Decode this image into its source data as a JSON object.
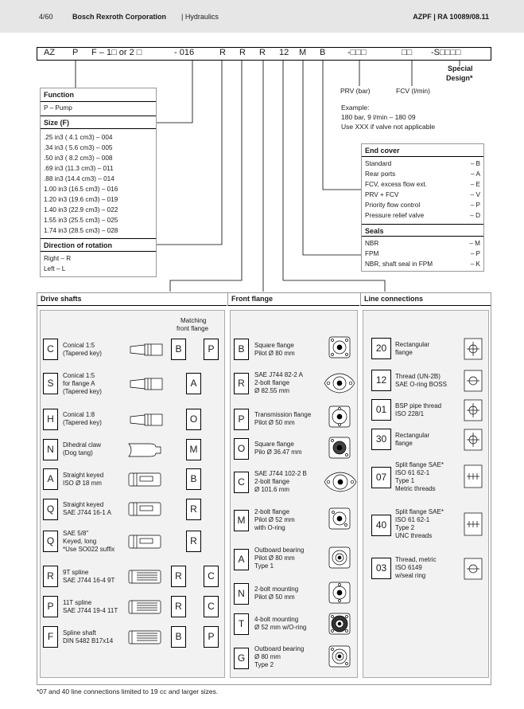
{
  "header": {
    "page": "4/60",
    "company": "Bosch Rexroth Corporation",
    "division": "Hydraulics",
    "doc_ref": "AZPF  |  RA 10089/08.11"
  },
  "code": {
    "az": "AZ",
    "p": "P",
    "f": "F – 1□ or 2 □",
    "size": "- 016",
    "r1": "R",
    "r2": "R",
    "r3": "R",
    "num": "12",
    "m": "M",
    "b": "B",
    "prv": "-□□□",
    "fcv": "□□",
    "special": "-S□□□□"
  },
  "labels": {
    "special_design_1": "Special",
    "special_design_2": "Design*",
    "prv": "PRV (bar)",
    "fcv": "FCV (l/min)",
    "example_title": "Example:",
    "example_line1": "180 bar, 9 l/min – 180 09",
    "example_line2": "Use XXX if valve not applicable"
  },
  "function": {
    "title": "Function",
    "items": [
      "P – Pump"
    ]
  },
  "size": {
    "title": "Size (F)",
    "items": [
      ".25 in3 ( 4.1 cm3) – 004",
      ".34 in3 ( 5.6 cm3) – 005",
      ".50 in3 ( 8.2 cm3) – 008",
      ".69 in3 (11.3 cm3) – 011",
      ".88 in3 (14.4 cm3) – 014",
      "1.00 in3 (16.5 cm3) – 016",
      "1.20 in3 (19.6 cm3) – 019",
      "1.40 in3 (22.9 cm3) – 022",
      "1.55 in3 (25.5 cm3) – 025",
      "1.74 in3 (28.5 cm3) – 028"
    ]
  },
  "rotation": {
    "title": "Direction of rotation",
    "items": [
      "Right – R",
      "Left – L"
    ]
  },
  "end_cover": {
    "title": "End cover",
    "items": [
      {
        "label": "Standard",
        "code": "– B"
      },
      {
        "label": "Rear ports",
        "code": "– A"
      },
      {
        "label": "FCV, excess flow ext.",
        "code": "– E"
      },
      {
        "label": "PRV + FCV",
        "code": "– V"
      },
      {
        "label": "Priority flow control",
        "code": "– P"
      },
      {
        "label": "Pressure relief valve",
        "code": "– D"
      }
    ]
  },
  "seals": {
    "title": "Seals",
    "items": [
      {
        "label": "NBR",
        "code": "– M"
      },
      {
        "label": "FPM",
        "code": "– P"
      },
      {
        "label": "NBR, shaft seal in FPM",
        "code": "– K"
      }
    ]
  },
  "drive_shafts": {
    "title": "Drive shafts",
    "matching_1": "Matching",
    "matching_2": "front flange",
    "rows": [
      {
        "code": "C",
        "lines": [
          "Conical 1:5",
          "(Tapered key)"
        ],
        "flanges": [
          "B",
          "P"
        ]
      },
      {
        "code": "S",
        "lines": [
          "Conical 1:5",
          "for flange A",
          "(Tapered key)"
        ],
        "flanges": [
          "A"
        ]
      },
      {
        "code": "H",
        "lines": [
          "Conical 1:8",
          "(Tapered key)"
        ],
        "flanges": [
          "O"
        ]
      },
      {
        "code": "N",
        "lines": [
          "Dihedral claw",
          "(Dog tang)"
        ],
        "flanges": [
          "M"
        ]
      },
      {
        "code": "A",
        "lines": [
          "Straight keyed",
          "ISO Ø 18 mm"
        ],
        "flanges": [
          "B"
        ]
      },
      {
        "code": "Q",
        "lines": [
          "Straight keyed",
          "SAE J744 16-1 A"
        ],
        "flanges": [
          "R"
        ]
      },
      {
        "code": "Q",
        "lines": [
          "SAE 5/8\"",
          "Keyed, long",
          "*Use SO022 suffix"
        ],
        "flanges": [
          "R"
        ]
      },
      {
        "code": "R",
        "lines": [
          "9T spline",
          "SAE J744 16-4 9T"
        ],
        "flanges": [
          "R",
          "C"
        ]
      },
      {
        "code": "P",
        "lines": [
          "11T spline",
          "SAE J744 19-4 11T"
        ],
        "flanges": [
          "R",
          "C"
        ]
      },
      {
        "code": "F",
        "lines": [
          "Spline shaft",
          "DIN 5482 B17x14"
        ],
        "flanges": [
          "B",
          "P"
        ]
      }
    ]
  },
  "front_flange": {
    "title": "Front flange",
    "rows": [
      {
        "code": "B",
        "lines": [
          "Square flange",
          "Pilot Ø 80 mm"
        ]
      },
      {
        "code": "R",
        "lines": [
          "SAE J744 82-2 A",
          "2-bolt flange",
          "Ø 82.55 mm"
        ]
      },
      {
        "code": "P",
        "lines": [
          "Transmission flange",
          "Pilot Ø 50 mm"
        ]
      },
      {
        "code": "O",
        "lines": [
          "Square flange",
          "Pilo Ø 36.47 mm"
        ]
      },
      {
        "code": "C",
        "lines": [
          "SAE J744 102-2 B",
          "2-bolt flange",
          "Ø 101.6 mm"
        ]
      },
      {
        "code": "M",
        "lines": [
          "2-bolt flange",
          "Pilot Ø 52 mm",
          "with O-ring"
        ]
      },
      {
        "code": "A",
        "lines": [
          "Outboard bearing",
          "Pilot Ø 80 mm",
          "Type 1"
        ]
      },
      {
        "code": "N",
        "lines": [
          "2-bolt mounting",
          "Pilot Ø 50 mm"
        ]
      },
      {
        "code": "T",
        "lines": [
          "4-bolt mounting",
          "Ø 52 mm w/O-ring"
        ]
      },
      {
        "code": "G",
        "lines": [
          "Outboard bearing",
          "Ø 80 mm",
          "Type 2"
        ]
      }
    ]
  },
  "line_connections": {
    "title": "Line connections",
    "rows": [
      {
        "code": "20",
        "lines": [
          "Rectangular",
          "flange"
        ]
      },
      {
        "code": "12",
        "lines": [
          "Thread (UN-2B)",
          "SAE O-ring BOSS"
        ]
      },
      {
        "code": "01",
        "lines": [
          "BSP pipe thread",
          "ISO 228/1"
        ]
      },
      {
        "code": "30",
        "lines": [
          "Rectangular",
          "flange"
        ]
      },
      {
        "code": "07",
        "lines": [
          "Split flange SAE*",
          "ISO 61 62-1",
          "Type 1",
          "Metric threads"
        ]
      },
      {
        "code": "40",
        "lines": [
          "Split flange SAE*",
          "ISO 61 62-1",
          "Type 2",
          "UNC threads"
        ]
      },
      {
        "code": "03",
        "lines": [
          "Thread, metric",
          "ISO 6149",
          "w/seal ring"
        ]
      }
    ]
  },
  "footnote": "*07 and 40 line connections limited to 19 cc and larger sizes."
}
